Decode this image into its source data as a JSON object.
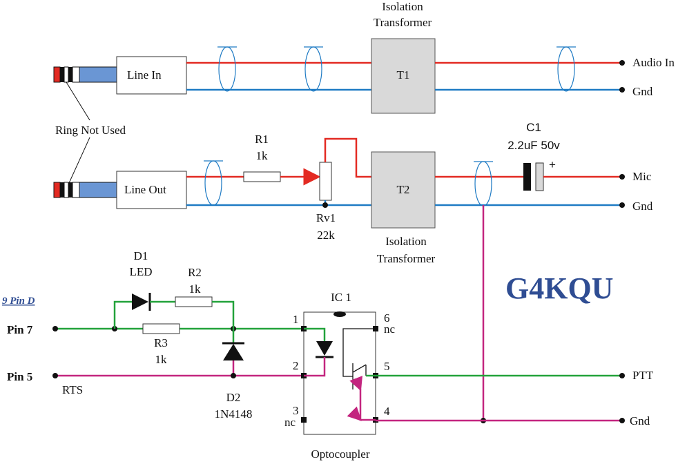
{
  "colors": {
    "audio": "#e32a22",
    "ground": "#1f7bc4",
    "control": "#22a23a",
    "rts": "#c3257f",
    "logo": "#2f4d93",
    "box_fill": "#d9d9d9",
    "jack_blue": "#6a96d4",
    "jack_red": "#e32a22"
  },
  "callsign": "G4KQU",
  "connector_header": "9 Pin D",
  "jacks": {
    "line_in": "Line In",
    "line_out": "Line Out",
    "ring_note": "Ring Not Used"
  },
  "transformers": {
    "t1": {
      "label": "T1",
      "desc_line1": "Isolation",
      "desc_line2": "Transformer"
    },
    "t2": {
      "label": "T2",
      "desc_line1": "Isolation",
      "desc_line2": "Transformer"
    }
  },
  "components": {
    "r1": {
      "ref": "R1",
      "value": "1k"
    },
    "rv1": {
      "ref": "Rv1",
      "value": "22k"
    },
    "c1": {
      "ref": "C1",
      "value": "2.2uF 50v",
      "polarity": "+"
    },
    "d1": {
      "ref": "D1",
      "value": "LED"
    },
    "r2": {
      "ref": "R2",
      "value": "1k"
    },
    "r3": {
      "ref": "R3",
      "value": "1k"
    },
    "d2": {
      "ref": "D2",
      "value": "1N4148"
    },
    "ic1": {
      "ref": "IC 1",
      "name": "Optocoupler",
      "pins": {
        "p1": "1",
        "p2": "2",
        "p3": "3",
        "p4": "4",
        "p5": "5",
        "p6": "6"
      },
      "nc": "nc"
    }
  },
  "terminals": {
    "audio_in": "Audio In",
    "gnd_top": "Gnd",
    "mic": "Mic",
    "gnd_mid": "Gnd",
    "ptt": "PTT",
    "gnd_bottom": "Gnd"
  },
  "serial_pins": {
    "pin7": "Pin 7",
    "pin5": "Pin 5",
    "rts": "RTS"
  }
}
